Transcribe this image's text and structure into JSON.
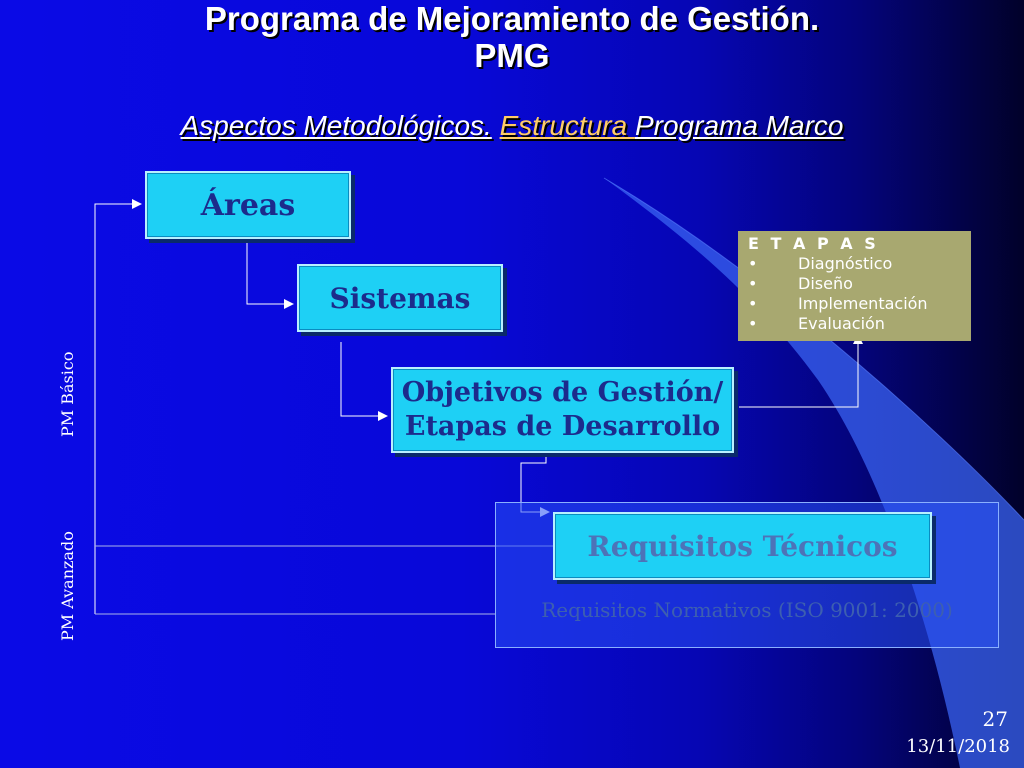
{
  "header": {
    "title_line1": "Programa de Mejoramiento de Gestión.",
    "title_line2": "PMG",
    "subtitle_part1": "Aspectos Metodológicos.",
    "subtitle_part2": "Estructura ",
    "subtitle_part3": "Programa Marco"
  },
  "diagram": {
    "areas": "Áreas",
    "sistemas": "Sistemas",
    "objetivos_line1": "Objetivos de Gestión/",
    "objetivos_line2": "Etapas de Desarrollo",
    "requisitos_tecnicos": "Requisitos Técnicos",
    "requisitos_normativos": "Requisitos Normativos (ISO 9001: 2000)",
    "pm_basico": "PM Básico",
    "pm_avanzado": "PM Avanzado"
  },
  "etapas": {
    "title": "E T A P A S",
    "bullet": "•",
    "items": [
      "Diagnóstico",
      "Diseño",
      "Implementación",
      "Evaluación"
    ]
  },
  "footer": {
    "page_number": "27",
    "date": "13/11/2018"
  },
  "colors": {
    "box_fill": "#1ed0f5",
    "box_text": "#1c2b8c",
    "etapas_fill": "#a8a870",
    "accent": "#ffcc66"
  }
}
